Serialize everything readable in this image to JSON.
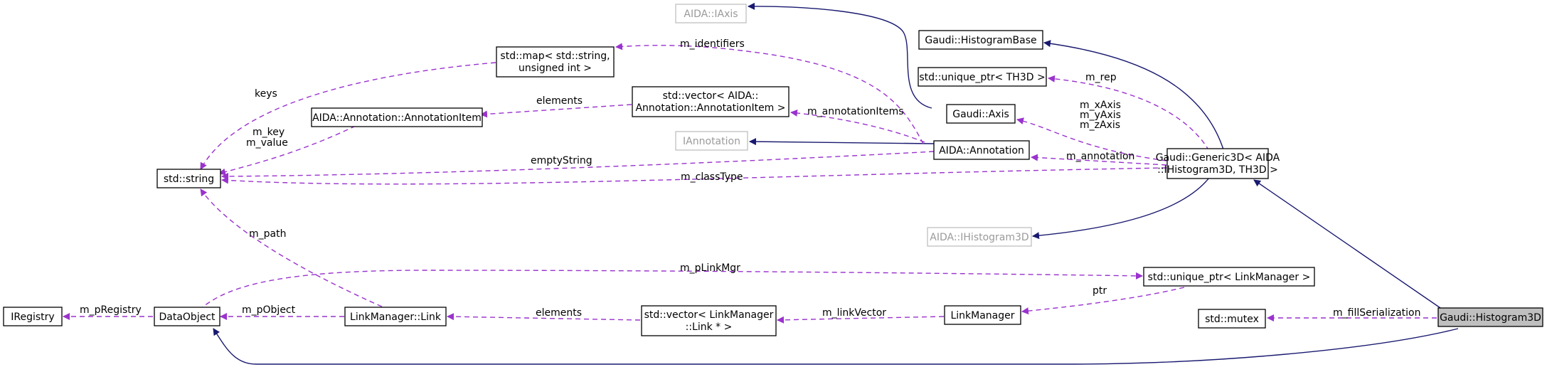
{
  "nodes": {
    "iaxis": "AIDA::IAxis",
    "histogram_base": "Gaudi::HistogramBase",
    "std_map_line1": "std::map< std::string,",
    "std_map_line2": "unsigned int >",
    "unique_ptr_th3d": "std::unique_ptr< TH3D >",
    "std_vector_annot_line1": "std::vector< AIDA::",
    "std_vector_annot_line2": "Annotation::AnnotationItem >",
    "annotation_item": "AIDA::Annotation::AnnotationItem",
    "gaudi_axis": "Gaudi::Axis",
    "iannotation": "IAnnotation",
    "aida_annotation": "AIDA::Annotation",
    "generic3d_line1": "Gaudi::Generic3D< AIDA",
    "generic3d_line2": "::IHistogram3D, TH3D >",
    "std_string": "std::string",
    "ihistogram3d": "AIDA::IHistogram3D",
    "unique_ptr_linkmanager": "std::unique_ptr< LinkManager >",
    "iregistry": "IRegistry",
    "data_object": "DataObject",
    "linkmanager_link": "LinkManager::Link",
    "std_vector_link_line1": "std::vector< LinkManager",
    "std_vector_link_line2": "::Link * >",
    "linkmanager": "LinkManager",
    "std_mutex": "std::mutex",
    "histogram3d": "Gaudi::Histogram3D"
  },
  "edge_labels": {
    "m_identifiers": "m_identifiers",
    "keys": "keys",
    "elements_annot": "elements",
    "m_key": "m_key",
    "m_value": "m_value",
    "m_annotationItems": "m_annotationItems",
    "m_rep": "m_rep",
    "m_xAxis": "m_xAxis",
    "m_yAxis": "m_yAxis",
    "m_zAxis": "m_zAxis",
    "emptyString": "emptyString",
    "m_annotation": "m_annotation",
    "m_classType": "m_classType",
    "m_path": "m_path",
    "m_pLinkMgr": "m_pLinkMgr",
    "ptr": "ptr",
    "m_pRegistry": "m_pRegistry",
    "m_pObject": "m_pObject",
    "elements_link": "elements",
    "m_linkVector": "m_linkVector",
    "m_fillSerialization": "m_fillSerialization"
  },
  "colors": {
    "inheritance_edge": "#191970",
    "member_edge": "#9a32cd",
    "focus_fill": "#bfbfbf",
    "external_border": "#bfbfbf"
  }
}
